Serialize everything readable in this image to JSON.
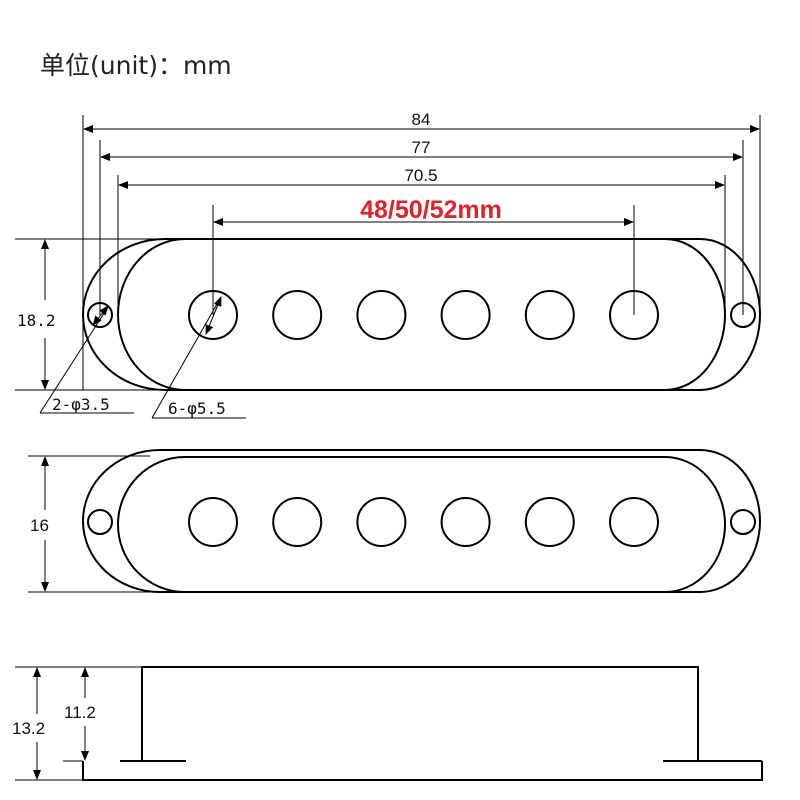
{
  "unit_label": "单位(unit)：mm",
  "dimensions": {
    "overall_length": "84",
    "mount_hole_spacing": "77",
    "cover_length": "70.5",
    "pole_spacing": "48/50/52mm",
    "plate_width_top": "18.2",
    "mount_holes": "2-φ3.5",
    "pole_holes": "6-φ5.5",
    "plate_width_second": "16",
    "total_height": "13.2",
    "cover_height": "11.2"
  },
  "colors": {
    "highlight": "#e0202a",
    "line": "#000000"
  }
}
